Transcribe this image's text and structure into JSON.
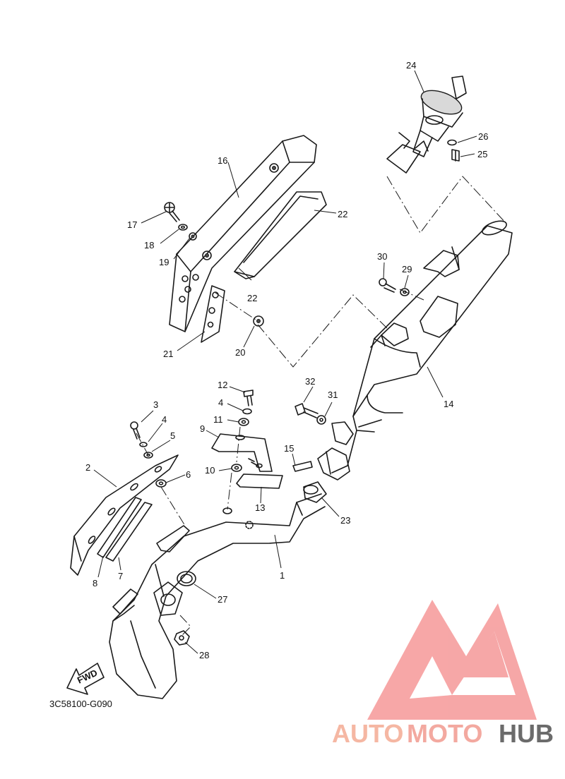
{
  "callouts": [
    "1",
    "2",
    "3",
    "4",
    "5",
    "6",
    "7",
    "8",
    "9",
    "10",
    "11",
    "12",
    "13",
    "14",
    "15",
    "16",
    "17",
    "18",
    "19",
    "20",
    "21",
    "22",
    "22",
    "23",
    "24",
    "25",
    "26",
    "27",
    "28",
    "29",
    "30",
    "31",
    "32",
    "4"
  ],
  "fwd_label": "FWD",
  "diagram_code": "3C58100-G090",
  "watermark": {
    "part1": "AUTO",
    "part2": "MOTO",
    "part3": "HUB",
    "color1": "#f5b7a3",
    "color2": "#f3a9a0",
    "color3": "#6b6b6b",
    "logo_color": "#f48a8a"
  }
}
